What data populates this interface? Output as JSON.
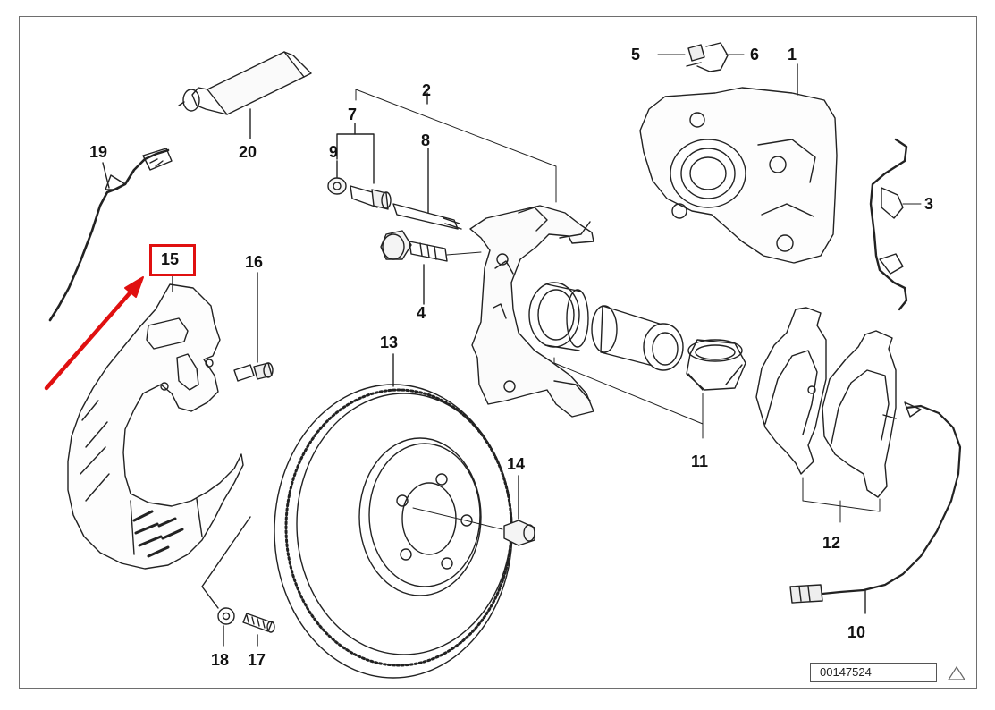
{
  "callouts": {
    "c1": "1",
    "c2": "2",
    "c3": "3",
    "c4": "4",
    "c5": "5",
    "c6": "6",
    "c7": "7",
    "c8": "8",
    "c9": "9",
    "c10": "10",
    "c11": "11",
    "c12": "12",
    "c13": "13",
    "c14": "14",
    "c15": "15",
    "c16": "16",
    "c17": "17",
    "c18": "18",
    "c19": "19",
    "c20": "20"
  },
  "diagram_ref": "00147524",
  "colors": {
    "highlight": "#e01010",
    "line": "#222222"
  },
  "icons": {
    "warning": "triangle-outline-icon"
  }
}
